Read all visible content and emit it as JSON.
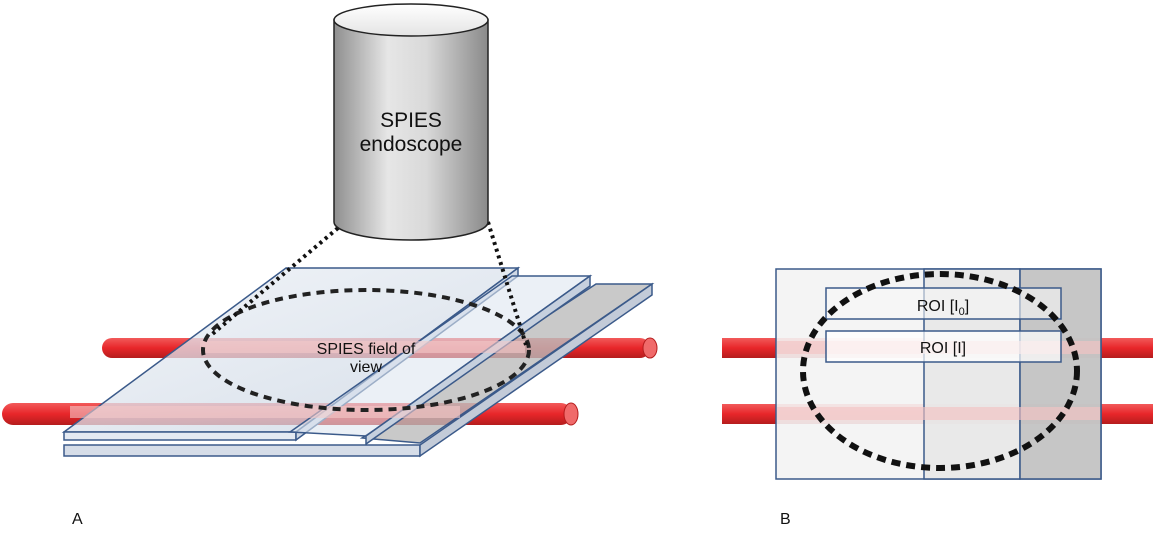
{
  "panel_a": {
    "label": "A",
    "endoscope_label_line1": "SPIES",
    "endoscope_label_line2": "endoscope",
    "field_label_line1": "SPIES field of",
    "field_label_line2": "view"
  },
  "panel_b": {
    "label": "B",
    "roi_top_prefix": "ROI  [I",
    "roi_top_subscript": "0",
    "roi_top_suffix": "]",
    "roi_bottom_label": "ROI  [I]"
  },
  "colors": {
    "tube_red": "#e8262a",
    "tube_red_edge": "#b01e1e",
    "slide_fill": "#dde6f0",
    "slide_edge": "#3b5a8a",
    "dark_slide": "#b8b8b8",
    "endoscope_light": "#f2f2f2",
    "endoscope_dark": "#9a9a9a"
  }
}
